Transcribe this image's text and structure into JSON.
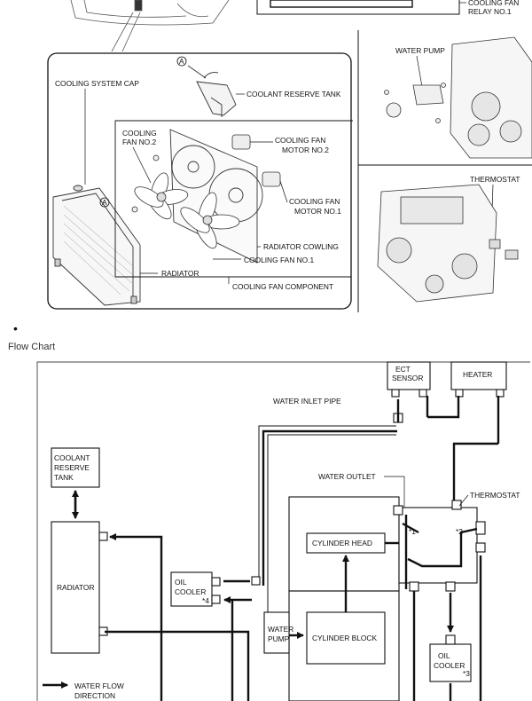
{
  "top_diagram": {
    "relay_label_line1": "COOLING FAN",
    "relay_label_line2": "RELAY NO.1",
    "marker_a": "A",
    "cooling_system_cap": "COOLING SYSTEM CAP",
    "coolant_reserve_tank": "COOLANT RESERVE TANK",
    "cooling_fan_no2_line1": "COOLING",
    "cooling_fan_no2_line2": "FAN NO.2",
    "fan_motor_no2_line1": "COOLING FAN",
    "fan_motor_no2_line2": "MOTOR NO.2",
    "fan_motor_no1_line1": "COOLING FAN",
    "fan_motor_no1_line2": "MOTOR NO.1",
    "radiator_cowling": "RADIATOR COWLING",
    "cooling_fan_no1": "COOLING FAN NO.1",
    "radiator": "RADIATOR",
    "cooling_fan_component": "COOLING FAN COMPONENT",
    "water_pump": "WATER PUMP",
    "thermostat": "THERMOSTAT"
  },
  "bullet": "•",
  "flow_chart_title": "Flow Chart",
  "flow_chart": {
    "ect_sensor_line1": "ECT",
    "ect_sensor_line2": "SENSOR",
    "heater": "HEATER",
    "water_inlet_pipe": "WATER INLET PIPE",
    "coolant_tank_line1": "COOLANT",
    "coolant_tank_line2": "RESERVE",
    "coolant_tank_line3": "TANK",
    "water_outlet": "WATER OUTLET",
    "thermostat": "THERMOSTAT",
    "cylinder_head": "CYLINDER HEAD",
    "radiator": "RADIATOR",
    "oil_cooler_left_line1": "OIL",
    "oil_cooler_left_line2": "COOLER",
    "note_4": "*4",
    "note_1": "*1",
    "note_2": "*2",
    "note_3": "*3",
    "water_pump_line1": "WATER",
    "water_pump_line2": "PUMP",
    "cylinder_block": "CYLINDER BLOCK",
    "oil_cooler_right_line1": "OIL",
    "oil_cooler_right_line2": "COOLER",
    "legend_line1": "WATER FLOW",
    "legend_line2": "DIRECTION"
  }
}
